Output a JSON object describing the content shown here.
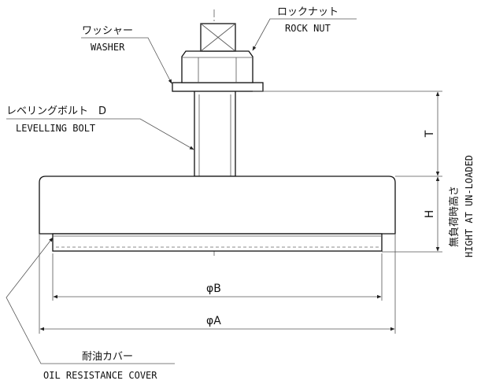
{
  "labels": {
    "washer_jp": "ワッシャー",
    "washer_en": "WASHER",
    "locknut_jp": "ロックナット",
    "locknut_en": "ROCK NUT",
    "bolt_jp": "レベリングボルト　D",
    "bolt_en": "LEVELLING BOLT",
    "cover_jp": "耐油カバー",
    "cover_en": "OIL RESISTANCE COVER"
  },
  "dimensions": {
    "phi_b": "φB",
    "phi_a": "φA",
    "t": "T",
    "h": "H",
    "h_note_jp": "無負荷時高さ",
    "h_note_en": "HIGHT AT UN-LOADED"
  }
}
